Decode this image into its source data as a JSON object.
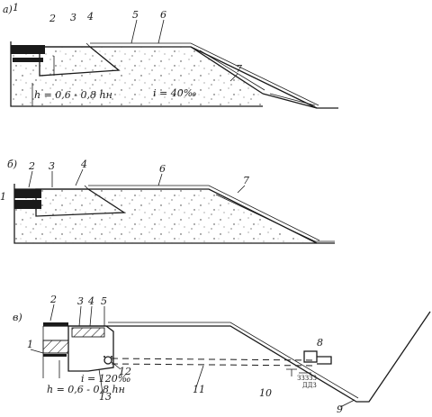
{
  "panels": [
    {
      "letter": "a)",
      "numbers": [
        "1",
        "2",
        "3",
        "4",
        "5",
        "6",
        "7"
      ],
      "formula_h": "h = 0,6 - 0,8 hн",
      "formula_i": "i = 40‰"
    },
    {
      "letter": "б)",
      "numbers": [
        "1",
        "2",
        "3",
        "4",
        "6",
        "7"
      ]
    },
    {
      "letter": "в)",
      "numbers": [
        "1",
        "2",
        "3",
        "4",
        "5",
        "8",
        "9",
        "10",
        "11",
        "12",
        "13"
      ],
      "formula_h": "h = 0,6 - 0,8 hн",
      "formula_i": "i = 120‰"
    }
  ]
}
